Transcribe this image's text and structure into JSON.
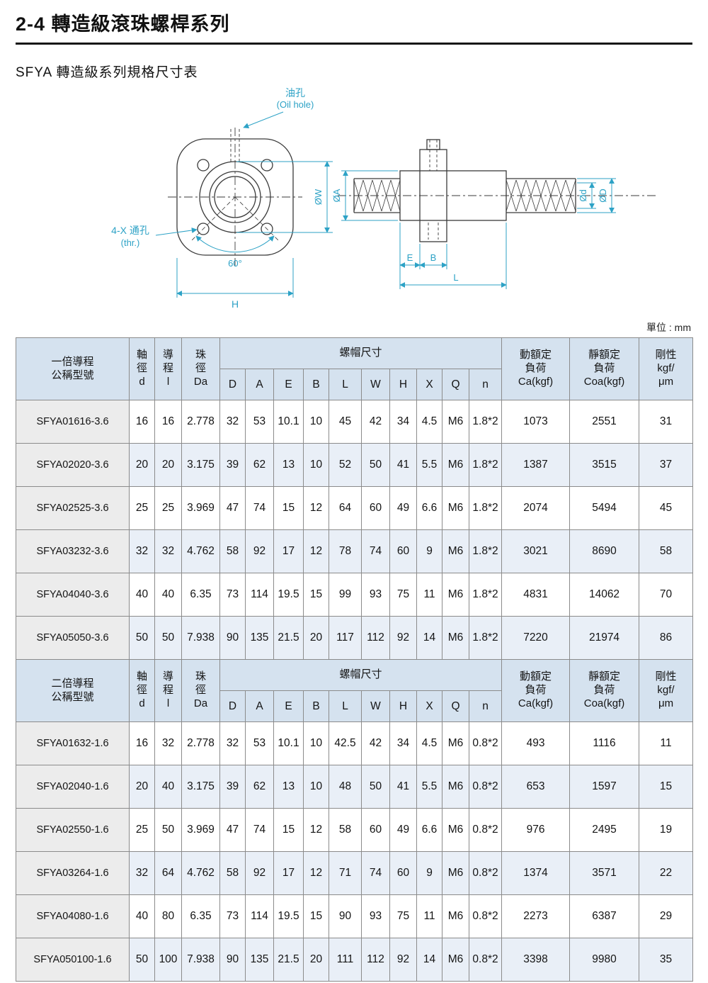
{
  "page": {
    "title": "2-4 轉造級滾珠螺桿系列",
    "subtitle": "SFYA 轉造級系列規格尺寸表",
    "unit_label": "單位 : mm"
  },
  "drawing": {
    "oil_hole_label": "油孔",
    "oil_hole_sublabel": "(Oil hole)",
    "through_hole_label": "4-X 通孔",
    "through_hole_sublabel": "(thr.)",
    "dim_labels": {
      "w": "ØW",
      "a": "ØA",
      "d_small": "Ød",
      "d_large": "ØD",
      "e": "E",
      "b": "B",
      "l": "L",
      "h": "H",
      "angle": "60°"
    },
    "accent_color": "#2da2c6"
  },
  "table": {
    "header": {
      "shaft": "軸\n徑\nd",
      "lead": "導\n程\nl",
      "ball": "珠\n徑\nDa",
      "nut": "螺帽尺寸",
      "sub": [
        "D",
        "A",
        "E",
        "B",
        "L",
        "W",
        "H",
        "X",
        "Q",
        "n"
      ],
      "dynamic": "動額定\n負荷\nCa(kgf)",
      "static": "靜額定\n負荷\nCoa(kgf)",
      "stiffness": "剛性\nkgf/\nμm"
    },
    "sections": [
      {
        "model_header": "一倍導程\n公稱型號",
        "rows": [
          [
            "SFYA01616-3.6",
            "16",
            "16",
            "2.778",
            "32",
            "53",
            "10.1",
            "10",
            "45",
            "42",
            "34",
            "4.5",
            "M6",
            "1.8*2",
            "1073",
            "2551",
            "31"
          ],
          [
            "SFYA02020-3.6",
            "20",
            "20",
            "3.175",
            "39",
            "62",
            "13",
            "10",
            "52",
            "50",
            "41",
            "5.5",
            "M6",
            "1.8*2",
            "1387",
            "3515",
            "37"
          ],
          [
            "SFYA02525-3.6",
            "25",
            "25",
            "3.969",
            "47",
            "74",
            "15",
            "12",
            "64",
            "60",
            "49",
            "6.6",
            "M6",
            "1.8*2",
            "2074",
            "5494",
            "45"
          ],
          [
            "SFYA03232-3.6",
            "32",
            "32",
            "4.762",
            "58",
            "92",
            "17",
            "12",
            "78",
            "74",
            "60",
            "9",
            "M6",
            "1.8*2",
            "3021",
            "8690",
            "58"
          ],
          [
            "SFYA04040-3.6",
            "40",
            "40",
            "6.35",
            "73",
            "114",
            "19.5",
            "15",
            "99",
            "93",
            "75",
            "11",
            "M6",
            "1.8*2",
            "4831",
            "14062",
            "70"
          ],
          [
            "SFYA05050-3.6",
            "50",
            "50",
            "7.938",
            "90",
            "135",
            "21.5",
            "20",
            "117",
            "112",
            "92",
            "14",
            "M6",
            "1.8*2",
            "7220",
            "21974",
            "86"
          ]
        ]
      },
      {
        "model_header": "二倍導程\n公稱型號",
        "rows": [
          [
            "SFYA01632-1.6",
            "16",
            "32",
            "2.778",
            "32",
            "53",
            "10.1",
            "10",
            "42.5",
            "42",
            "34",
            "4.5",
            "M6",
            "0.8*2",
            "493",
            "1116",
            "11"
          ],
          [
            "SFYA02040-1.6",
            "20",
            "40",
            "3.175",
            "39",
            "62",
            "13",
            "10",
            "48",
            "50",
            "41",
            "5.5",
            "M6",
            "0.8*2",
            "653",
            "1597",
            "15"
          ],
          [
            "SFYA02550-1.6",
            "25",
            "50",
            "3.969",
            "47",
            "74",
            "15",
            "12",
            "58",
            "60",
            "49",
            "6.6",
            "M6",
            "0.8*2",
            "976",
            "2495",
            "19"
          ],
          [
            "SFYA03264-1.6",
            "32",
            "64",
            "4.762",
            "58",
            "92",
            "17",
            "12",
            "71",
            "74",
            "60",
            "9",
            "M6",
            "0.8*2",
            "1374",
            "3571",
            "22"
          ],
          [
            "SFYA04080-1.6",
            "40",
            "80",
            "6.35",
            "73",
            "114",
            "19.5",
            "15",
            "90",
            "93",
            "75",
            "11",
            "M6",
            "0.8*2",
            "2273",
            "6387",
            "29"
          ],
          [
            "SFYA050100-1.6",
            "50",
            "100",
            "7.938",
            "90",
            "135",
            "21.5",
            "20",
            "111",
            "112",
            "92",
            "14",
            "M6",
            "0.8*2",
            "3398",
            "9980",
            "35"
          ]
        ]
      }
    ]
  }
}
